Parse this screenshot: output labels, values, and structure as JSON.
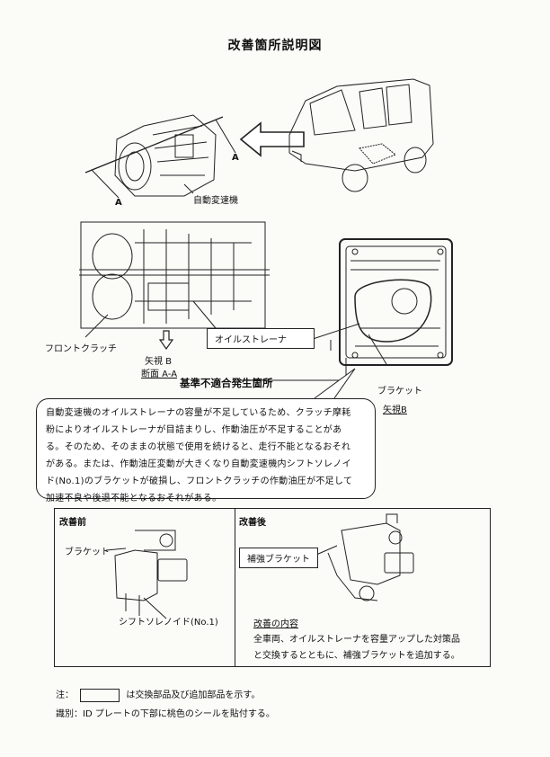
{
  "title": "改善箇所説明図",
  "labels": {
    "at": "自動変速機",
    "section_a1": "A",
    "section_a2": "A",
    "front_clutch": "フロントクラッチ",
    "view_b": "矢視 B",
    "section_aa": "断面 A-A",
    "oil_strainer": "オイルストレーナ",
    "nonconformity": "基準不適合発生箇所",
    "bracket": "ブラケット",
    "view_b_right": "矢視B"
  },
  "description": {
    "lines": [
      "自動変速機のオイルストレーナの容量が不足しているため、クラッチ摩耗",
      "粉によりオイルストレーナが目詰まりし、作動油圧が不足することがあ",
      "る。そのため、そのままの状態で使用を続けると、走行不能となるおそれ",
      "がある。または、作動油圧変動が大きくなり自動変速機内シフトソレノイ",
      "ド(No.1)のブラケットが破損し、フロントクラッチの作動油圧が不足して",
      "加速不良や後退不能となるおそれがある。"
    ]
  },
  "before": {
    "heading": "改善前",
    "bracket_label": "ブラケット",
    "solenoid_label": "シフトソレノイド(No.1)"
  },
  "after": {
    "heading": "改善後",
    "reinforced_label": "補強ブラケット",
    "content_heading": "改善の内容",
    "content_lines": [
      "全車両、オイルストレーナを容量アップした対策品",
      "と交換するとともに、補強ブラケットを追加する。"
    ]
  },
  "notes": {
    "note_prefix": "注：",
    "note_text": "は交換部品及び追加部品を示す。",
    "identification": "識別：ID プレートの下部に桃色のシールを貼付する。"
  }
}
